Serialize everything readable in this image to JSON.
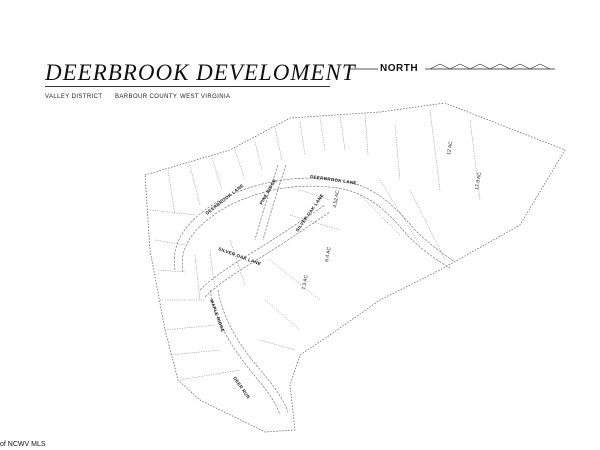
{
  "title": "DEERBROOK DEVELOMENT",
  "district": "VALLEY DISTRICT",
  "county": "BARBOUR COUNTY",
  "state": "WEST VIRGINIA",
  "north_label": "NORTH",
  "credit": "of NCWV MLS",
  "roads": {
    "deerbrook_lane": "DEERBROOK LANE",
    "silver_oak_lane_1": "SILVER OAK LANE",
    "silver_oak_lane_2": "SILVER OAK LANE",
    "deerbrook_lane_west": "DEERBROOK LANE",
    "pine_ridge": "PINE RIDGE",
    "maple_ridge": "MAPLE RIDGE",
    "deer_run": "DEER RUN"
  },
  "acreages": {
    "a1": "4.52 AC",
    "a2": "17.3 AC",
    "a3": "6.4 AC",
    "a4": "7.3 AC",
    "a5": "12 AC"
  }
}
